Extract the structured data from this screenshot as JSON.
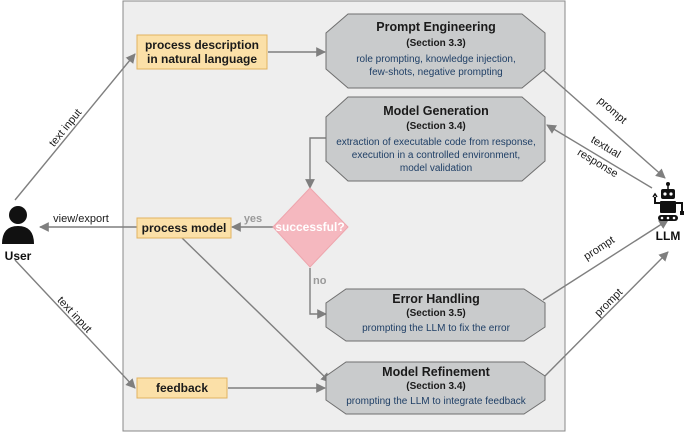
{
  "inputs": {
    "process_description": [
      "process description",
      "in natural language"
    ],
    "process_model": "process model",
    "feedback": "feedback"
  },
  "steps": {
    "prompt_engineering": {
      "title": "Prompt Engineering",
      "section": "(Section 3.3)",
      "body": [
        "role prompting, knowledge injection,",
        "few-shots, negative prompting"
      ]
    },
    "model_generation": {
      "title": "Model Generation",
      "section": "(Section 3.4)",
      "body": [
        "extraction of executable code from response,",
        "execution in a controlled environment,",
        "model validation"
      ]
    },
    "error_handling": {
      "title": "Error Handling",
      "section": "(Section 3.5)",
      "body": [
        "prompting the LLM to fix the error"
      ]
    },
    "model_refinement": {
      "title": "Model Refinement",
      "section": "(Section 3.4)",
      "body": [
        "prompting the LLM to integrate feedback"
      ]
    }
  },
  "decision": {
    "label": "successful?",
    "yes": "yes",
    "no": "no"
  },
  "actors": {
    "user": "User",
    "llm": "LLM"
  },
  "edge_labels": {
    "text_input_top": "text input",
    "view_export": "view/export",
    "text_input_bottom": "text input",
    "prompt_1": "prompt",
    "textual_response": [
      "textual",
      "response"
    ],
    "prompt_2": "prompt",
    "prompt_3": "prompt"
  },
  "colors": {
    "panel_fill": "#eeeeee",
    "panel_stroke": "#888888",
    "input_fill": "#fbe0a8",
    "input_stroke": "#e2b360",
    "octagon_fill": "#c9cbcc",
    "octagon_stroke": "#6f6f6f",
    "decision_fill": "#f5b8bf",
    "decision_stroke": "#eea5ad",
    "decision_text": "#ffffff",
    "arrow": "#7f7f7f",
    "body_text": "#1f3f66",
    "label_text": "#1a1a1a",
    "yes_no_text": "#9a9a9a"
  }
}
